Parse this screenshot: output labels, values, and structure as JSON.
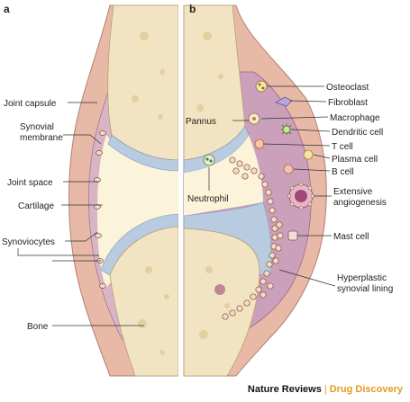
{
  "panels": {
    "a": "a",
    "b": "b"
  },
  "labels_left": {
    "joint_capsule": "Joint capsule",
    "synovial_membrane_1": "Synovial",
    "synovial_membrane_2": "membrane",
    "joint_space": "Joint space",
    "cartilage": "Cartilage",
    "synoviocytes": "Synoviocytes",
    "bone": "Bone"
  },
  "labels_right": {
    "osteoclast": "Osteoclast",
    "fibroblast": "Fibroblast",
    "macrophage": "Macrophage",
    "dendritic_cell": "Dendritic cell",
    "t_cell": "T cell",
    "plasma_cell": "Plasma cell",
    "b_cell": "B cell",
    "angiogenesis_1": "Extensive",
    "angiogenesis_2": "angiogenesis",
    "mast_cell": "Mast cell",
    "hyperplastic_1": "Hyperplastic",
    "hyperplastic_2": "synovial lining"
  },
  "labels_inner": {
    "pannus": "Pannus",
    "neutrophil": "Neutrophil"
  },
  "credit": {
    "publisher": "Nature Reviews",
    "separator": "|",
    "journal": "Drug Discovery"
  },
  "colors": {
    "bone": "#f2e4c2",
    "capsule": "#e8b9a6",
    "synovium": "#d8b4c6",
    "inflamed": "#caa0bb",
    "cartilage": "#b9cbe0",
    "joint_space": "#fbf3da"
  }
}
